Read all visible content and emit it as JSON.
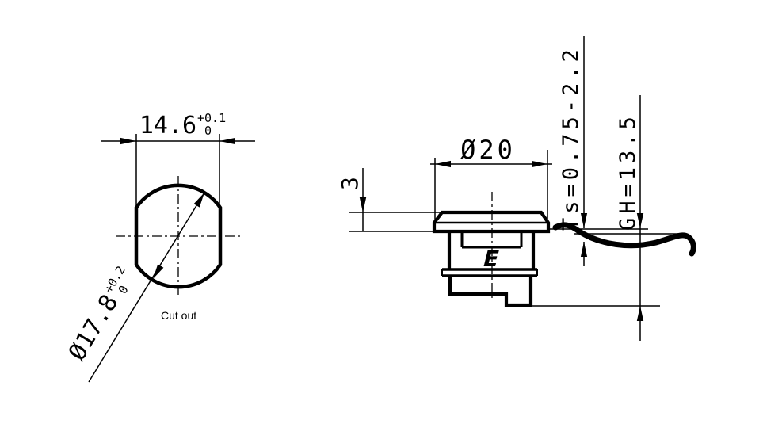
{
  "drawing": {
    "background_color": "#ffffff",
    "line_color": "#000000",
    "cutout_view": {
      "label": "Cut out",
      "width_dim": {
        "value": "14.6",
        "tol_upper": "+0.1",
        "tol_lower": "0"
      },
      "diameter_dim": {
        "value": "Ø17.8",
        "tol_upper": "+0.2",
        "tol_lower": "0"
      }
    },
    "section_view": {
      "flange_height_dim": "3",
      "head_diameter_dim": "Ø20",
      "panel_thickness_dim": "Ts=0.75-2.2",
      "grip_height_dim": "GH=13.5",
      "logo_mark": "E"
    }
  }
}
